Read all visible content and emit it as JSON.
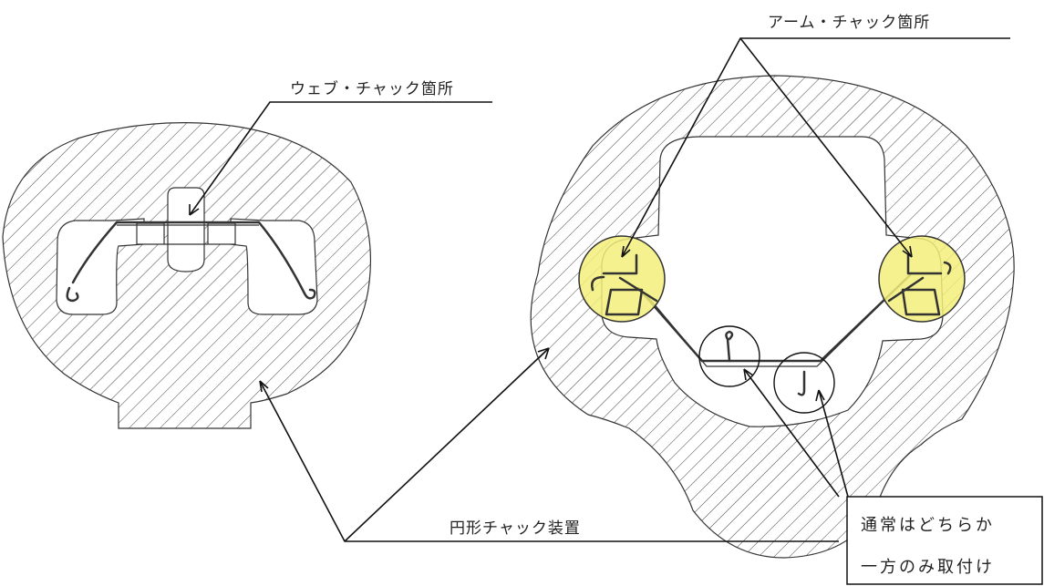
{
  "labels": {
    "web_chuck": "ウェブ・チャック箇所",
    "arm_chuck": "アーム・チャック箇所",
    "circular_chuck": "円形チャック装置",
    "note_line1": "通常はどちらか",
    "note_line2": "一方のみ取付け"
  },
  "colors": {
    "highlight": "#f2ee7a",
    "line": "#333333",
    "background": "#ffffff"
  }
}
